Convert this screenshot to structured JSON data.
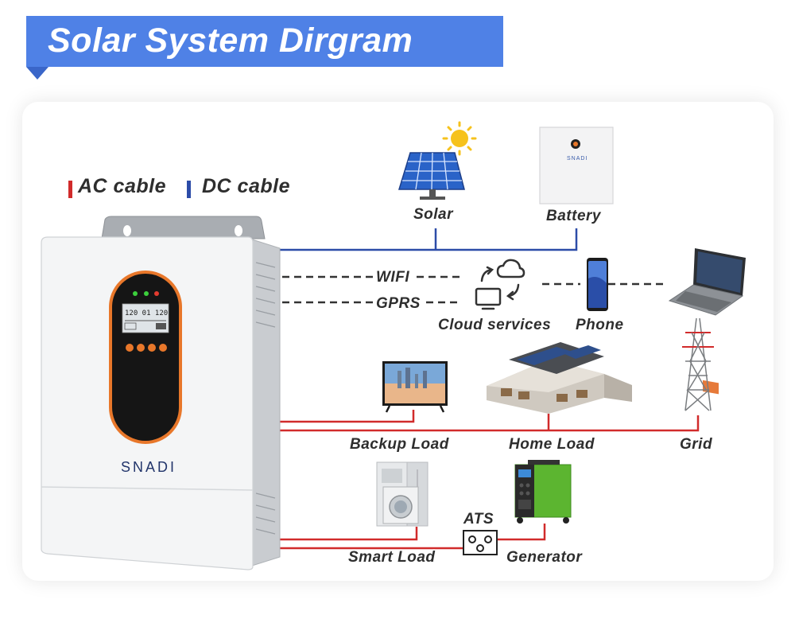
{
  "title": "Solar System Dirgram",
  "legend": {
    "ac_label": "AC cable",
    "dc_label": "DC cable",
    "ac_color": "#d12b2b",
    "dc_color": "#2c4ca8"
  },
  "inverter": {
    "brand": "SNADI",
    "screen_readout": "120 01 120"
  },
  "battery": {
    "brand": "SNADI"
  },
  "components": {
    "solar": "Solar",
    "battery": "Battery",
    "wifi": "WIFI",
    "gprs": "GPRS",
    "cloud": "Cloud services",
    "phone": "Phone",
    "backup_load": "Backup Load",
    "home_load": "Home Load",
    "grid": "Grid",
    "smart_load": "Smart Load",
    "ats": "ATS",
    "generator": "Generator"
  },
  "colors": {
    "banner": "#4f81e6",
    "inverter_accent": "#e8772a",
    "generator_green": "#5cb530"
  }
}
